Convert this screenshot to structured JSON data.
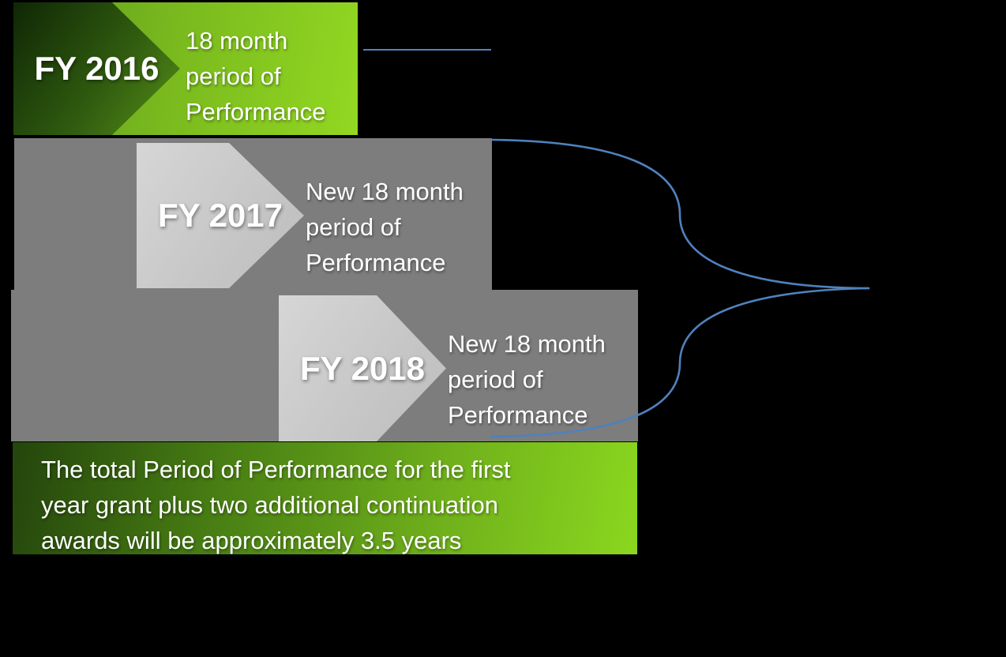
{
  "diagram": {
    "type": "process-timeline",
    "background": "#000000",
    "rows": [
      {
        "label": "FY 2016",
        "desc": [
          "18 month",
          "period of",
          "Performance"
        ],
        "band_color_start": "#5d991b",
        "band_color_end": "#93d822",
        "arrow_color": "dark-green-gradient"
      },
      {
        "label": "FY 2017",
        "desc": [
          "New 18 month",
          "period of",
          "Performance"
        ],
        "band_color": "#7d7d7d",
        "arrow_color": "#c9c9c9"
      },
      {
        "label": "FY 2018",
        "desc": [
          "New 18 month",
          "period of",
          "Performance"
        ],
        "band_color": "#7d7d7d",
        "arrow_color": "#c9c9c9"
      }
    ],
    "summary": {
      "lines": [
        "The total Period of Performance for the first",
        "year grant plus two additional continuation",
        "awards will be approximately 3.5 years"
      ],
      "box_color_start": "#24450c",
      "box_color_end": "#8bd71e"
    },
    "connectors": {
      "color": "#4f81bd",
      "items": [
        "top-callout-line",
        "brace-upper-curve",
        "brace-lower-curve"
      ]
    },
    "text_color": "#ffffff"
  }
}
